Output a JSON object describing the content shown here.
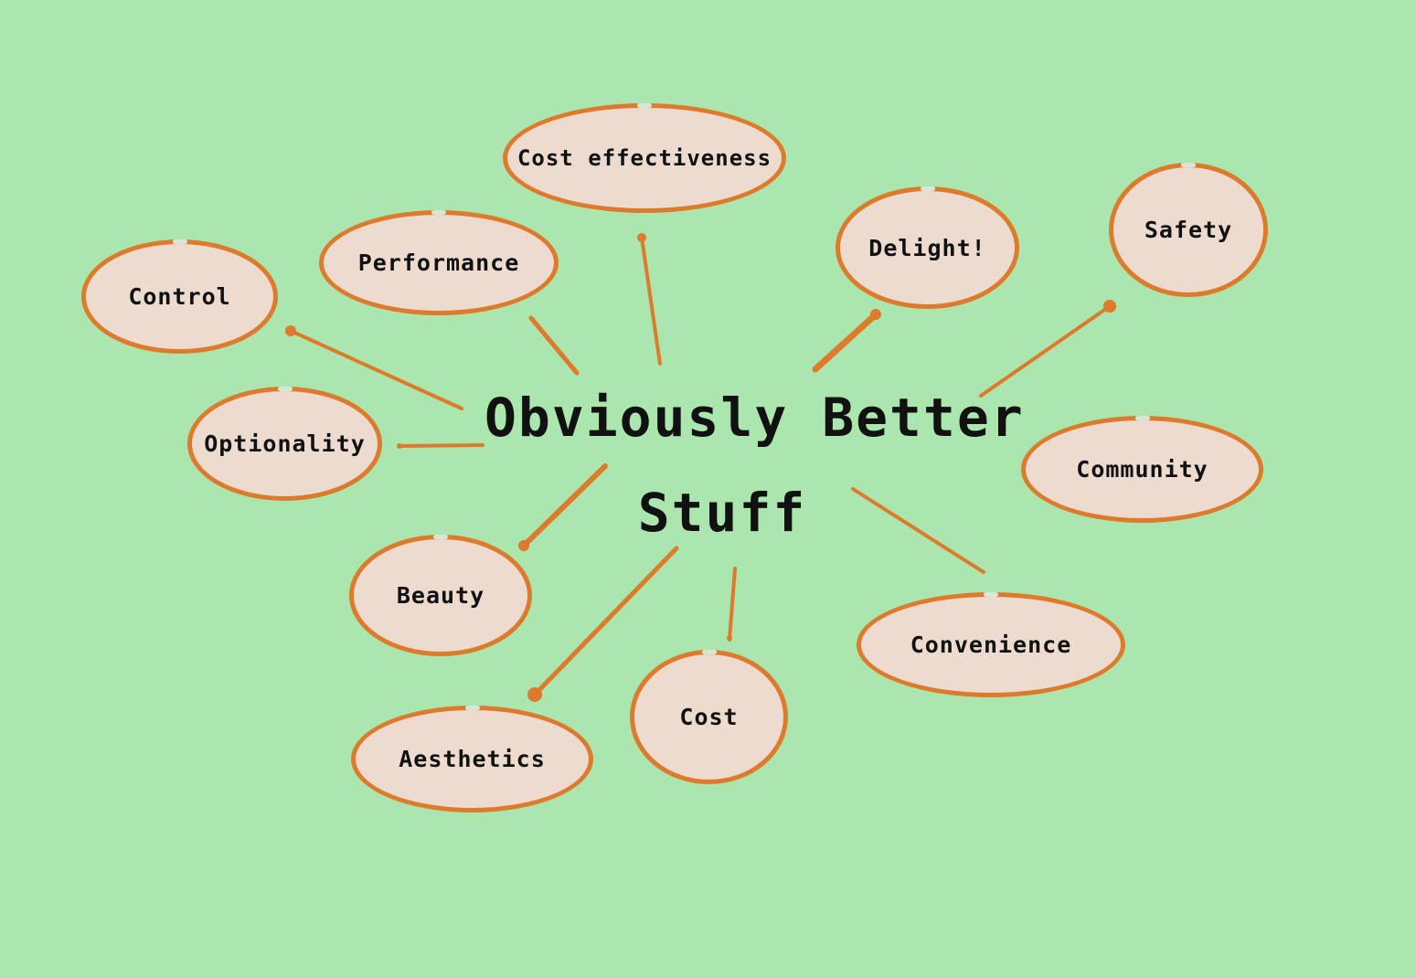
{
  "colors": {
    "background": "#abe6ae",
    "bubble_fill": "#ecdbce",
    "accent": "#dd7a2c",
    "text": "#111111"
  },
  "center": {
    "line1": "Obviously Better",
    "line2": "Stuff"
  },
  "nodes": {
    "cost_effectiveness": "Cost effectiveness",
    "performance": "Performance",
    "control": "Control",
    "optionality": "Optionality",
    "beauty": "Beauty",
    "aesthetics": "Aesthetics",
    "cost": "Cost",
    "convenience": "Convenience",
    "community": "Community",
    "safety": "Safety",
    "delight": "Delight!"
  }
}
